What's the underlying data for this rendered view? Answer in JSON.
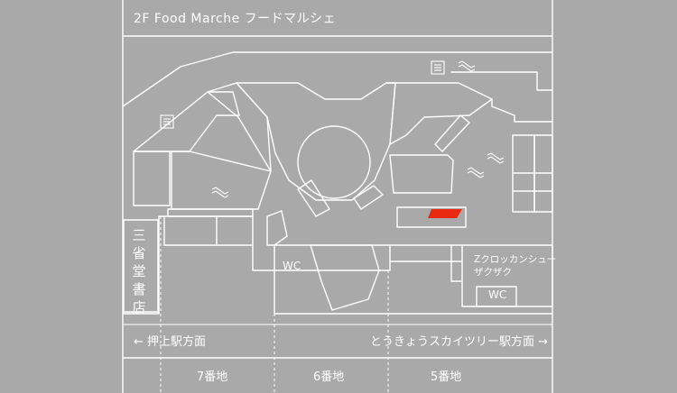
{
  "map": {
    "floor_title": "2F Food Marche フードマルシェ",
    "store_name": "三省堂書店",
    "wc_labels": [
      "WC",
      "WC"
    ],
    "shop_label_lines": [
      "Zクロッカンシュー",
      "ザクザク"
    ],
    "nav_left": "← 押上駅方面",
    "nav_right": "とうきょうスカイツリー駅方面 →",
    "blocks": [
      "7番地",
      "6番地",
      "5番地"
    ]
  },
  "colors": {
    "background": "#a9a9a9",
    "lines": "#ffffff",
    "highlight": "#e8280f"
  },
  "icons": [
    "elevator-icon",
    "escalator-icon"
  ]
}
